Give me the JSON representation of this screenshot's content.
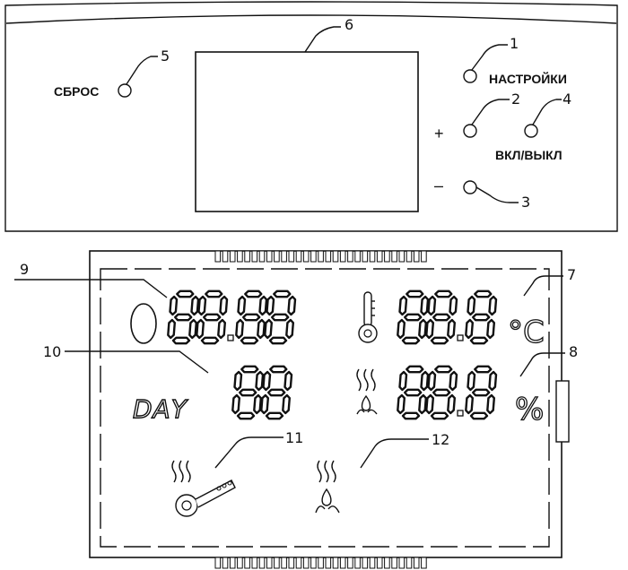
{
  "panel": {
    "reset_label": "СБРОС",
    "settings_label": "НАСТРОЙКИ",
    "plus_label": "+",
    "minus_label": "–",
    "power_label": "ВКЛ/ВЫКЛ"
  },
  "callouts": {
    "n1": "1",
    "n2": "2",
    "n3": "3",
    "n4": "4",
    "n5": "5",
    "n6": "6",
    "n7": "7",
    "n8": "8",
    "n9": "9",
    "n10": "10",
    "n11": "11",
    "n12": "12"
  },
  "lcd": {
    "day_label": "DAY",
    "celsius_label": "°C",
    "percent_label": "%"
  },
  "icons": {
    "thermometer": "thermometer-icon",
    "humidity": "humidity-icon",
    "steam_thermometer": "steam-thermometer-icon",
    "steam_humidity": "steam-humidity-icon"
  }
}
